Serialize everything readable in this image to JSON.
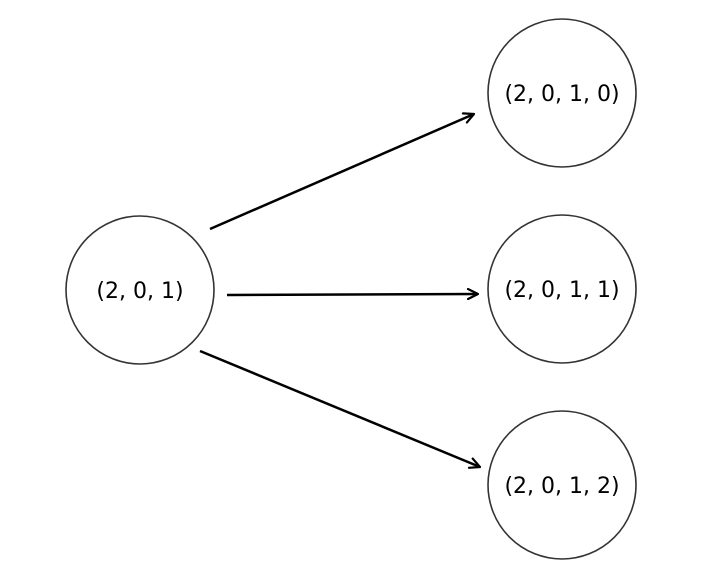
{
  "diagram": {
    "type": "tree",
    "nodes": [
      {
        "id": "root",
        "label": "(2, 0, 1)"
      },
      {
        "id": "child0",
        "label": "(2, 0, 1, 0)"
      },
      {
        "id": "child1",
        "label": "(2, 0, 1, 1)"
      },
      {
        "id": "child2",
        "label": "(2, 0, 1, 2)"
      }
    ],
    "edges": [
      {
        "from": "root",
        "to": "child0"
      },
      {
        "from": "root",
        "to": "child1"
      },
      {
        "from": "root",
        "to": "child2"
      }
    ],
    "colors": {
      "node_stroke": "#333333",
      "edge": "#000000",
      "background": "#ffffff"
    }
  }
}
